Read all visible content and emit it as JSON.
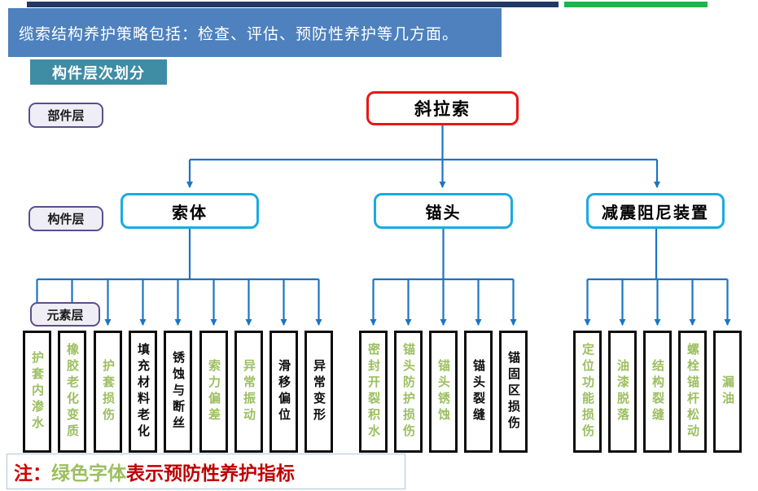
{
  "banner": {
    "text": "缆索结构养护策略包括：检查、评估、预防性养护等几方面。"
  },
  "section_title": {
    "text": "构件层次划分"
  },
  "layers": {
    "items": [
      {
        "label": "部件层"
      },
      {
        "label": "构件层"
      },
      {
        "label": "元素层"
      }
    ]
  },
  "tree": {
    "root": {
      "label": "斜拉索"
    },
    "branches": [
      {
        "label": "索体",
        "leaves": [
          {
            "label": "护套内渗水",
            "preventive": true
          },
          {
            "label": "橡胶老化变质",
            "preventive": true
          },
          {
            "label": "护套损伤",
            "preventive": true
          },
          {
            "label": "填充材料老化",
            "preventive": false
          },
          {
            "label": "锈蚀与断丝",
            "preventive": false
          },
          {
            "label": "索力偏差",
            "preventive": true
          },
          {
            "label": "异常振动",
            "preventive": true
          },
          {
            "label": "滑移偏位",
            "preventive": false
          },
          {
            "label": "异常变形",
            "preventive": false
          }
        ]
      },
      {
        "label": "锚头",
        "leaves": [
          {
            "label": "密封开裂积水",
            "preventive": true
          },
          {
            "label": "锚头防护损伤",
            "preventive": true
          },
          {
            "label": "锚头锈蚀",
            "preventive": true
          },
          {
            "label": "锚头裂缝",
            "preventive": false
          },
          {
            "label": "锚固区损伤",
            "preventive": false
          }
        ]
      },
      {
        "label": "减震阻尼装置",
        "leaves": [
          {
            "label": "定位功能损伤",
            "preventive": true
          },
          {
            "label": "油漆脱落",
            "preventive": true
          },
          {
            "label": "结构裂缝",
            "preventive": true
          },
          {
            "label": "螺栓锚杆松动",
            "preventive": true
          },
          {
            "label": "漏油",
            "preventive": true
          }
        ]
      }
    ]
  },
  "note": {
    "prefix": "注：",
    "green_text": "绿色字体",
    "red_text": "表示预防性养护指标"
  },
  "colors": {
    "banner_bg": "#4E81BD",
    "navy_bar": "#1F3864",
    "green_bar": "#21B24B",
    "section_bg": "#3E8DA4",
    "layer_border": "#5C4E8E",
    "layer_bg": "#EFEDF6",
    "root_border": "#EC1515",
    "branch_border": "#1BAAE1",
    "connector": "#1B74C4",
    "leaf_border": "#0D0D0D",
    "preventive_green": "#9CBF60",
    "note_red": "#BE0000"
  }
}
